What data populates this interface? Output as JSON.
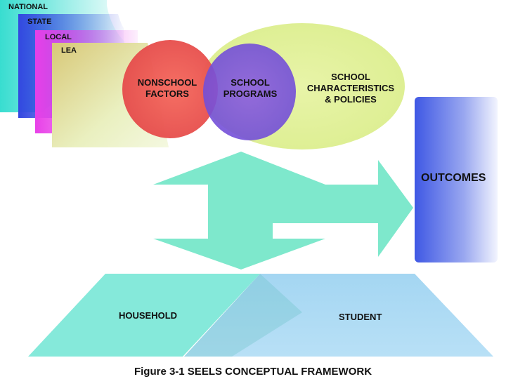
{
  "levels": [
    "NATIONAL",
    "STATE",
    "LOCAL",
    "LEA"
  ],
  "circles": {
    "nonschool": "NONSCHOOL\nFACTORS",
    "programs": "SCHOOL\nPROGRAMS",
    "characteristics": "SCHOOL\nCHARACTERISTICS\n& POLICIES"
  },
  "outcomes": "OUTCOMES",
  "base": {
    "household": "HOUSEHOLD",
    "student": "STUDENT"
  },
  "caption": "Figure 3-1 SEELS CONCEPTUAL FRAMEWORK",
  "colors": {
    "national": "#40e0d0",
    "state": "#3a55e0",
    "local": "#ee50ee",
    "lea": "#d8cc8a",
    "nonschool": "#f0605a",
    "programs": "#7a55d8",
    "characteristics": "#e4f0a0",
    "arrows": "#7ee8cc",
    "outcomes": "#4f66e8",
    "household": "#7ee8d8",
    "student": "#a8d8f2"
  }
}
